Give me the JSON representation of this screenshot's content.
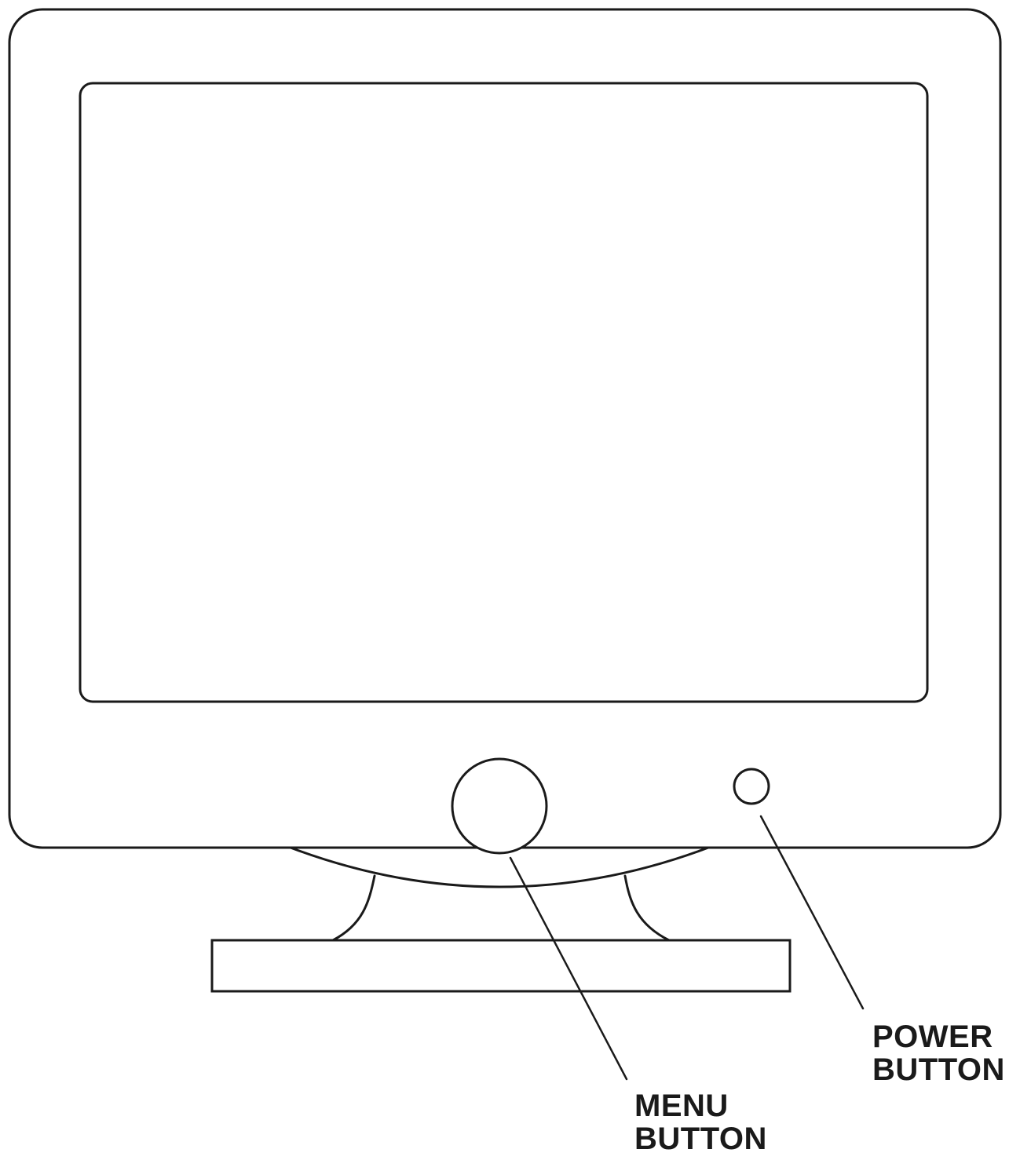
{
  "labels": {
    "power": {
      "line1": "POWER",
      "line2": "BUTTON"
    },
    "menu": {
      "line1": "MENU",
      "line2": "BUTTON"
    }
  },
  "colors": {
    "ink": "#1a1a1a",
    "background": "#ffffff"
  }
}
